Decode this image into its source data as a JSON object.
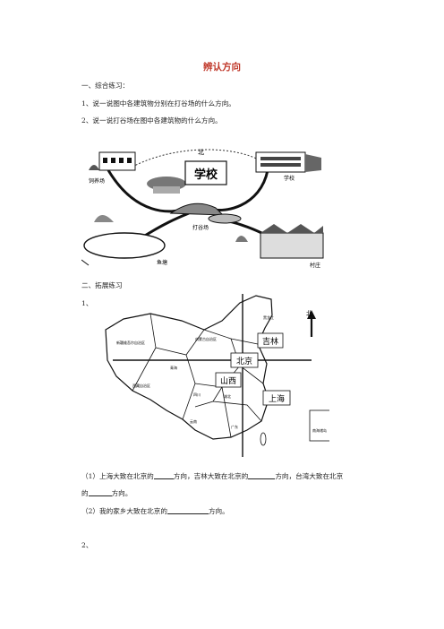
{
  "title": "辨认方向",
  "sections": {
    "s1_heading": "一、综合练习：",
    "s1_q1": "1、说一说图中各建筑物分别在打谷场的什么方向。",
    "s1_q2": "2、说一说打谷场在图中各建筑物的什么方向。",
    "s2_heading": "二、拓展练习",
    "s2_item1": "1、",
    "s2_item2": "2、"
  },
  "figure1": {
    "north": "北",
    "school_box": "学校",
    "farm": "饲养场",
    "school": "学校",
    "threshing": "打谷场",
    "fishpond": "鱼塘",
    "village": "村庄"
  },
  "figure2": {
    "north": "北",
    "jilin": "吉林",
    "beijing": "北京",
    "shanxi": "山西",
    "shanghai": "上海",
    "heilongjiang": "黑龙江",
    "xinjiang": "新疆维吾尔自治区",
    "inner_mongolia": "内蒙古自治区",
    "qinghai": "青海",
    "tibet": "西藏自治区",
    "sichuan": "四川",
    "yunnan": "云南",
    "hubei": "湖北",
    "guangdong": "广东",
    "south_sea": "南海诸岛"
  },
  "questions": {
    "q1_part1": "（1）上海大致在北京的",
    "q1_part2": "方向，吉林大致在北京的",
    "q1_part3": "方向，台湾大致在北京",
    "q1_part4": "的",
    "q1_part5": "方向。",
    "q2_part1": "（2）我的家乡大致在北京的",
    "q2_part2": "方向。"
  }
}
